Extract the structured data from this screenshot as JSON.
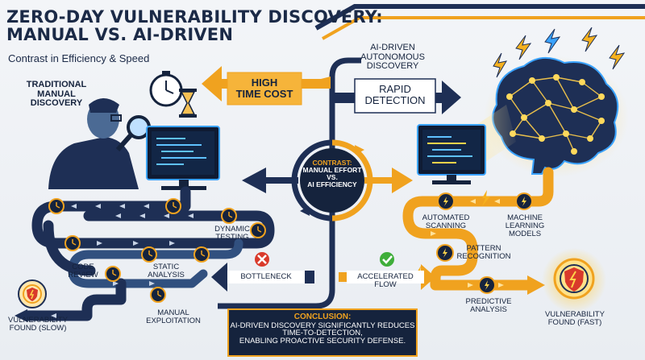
{
  "header": {
    "title_line1": "ZERO-DAY VULNERABILITY DISCOVERY:",
    "title_line2": "MANUAL VS. AI-DRIVEN",
    "subtitle": "Contrast in Efficiency & Speed"
  },
  "manual": {
    "heading_line1": "TRADITIONAL",
    "heading_line2": "MANUAL",
    "heading_line3": "DISCOVERY",
    "cost_line1": "HIGH",
    "cost_line2": "TIME COST",
    "steps": {
      "dynamic_line1": "DYNAMIC",
      "dynamic_line2": "TESTING",
      "code_line1": "CODE",
      "code_line2": "REVIEW",
      "static_line1": "STATIC",
      "static_line2": "ANALYSIS",
      "exploit_line1": "MANUAL",
      "exploit_line2": "EXPLOITATION"
    },
    "bottleneck": "BOTTLENECK",
    "result_line1": "VULNERABILITY",
    "result_line2": "FOUND (SLOW)"
  },
  "ai": {
    "heading_line1": "AI-DRIVEN",
    "heading_line2": "AUTONOMOUS",
    "heading_line3": "DISCOVERY",
    "speed_line1": "RAPID",
    "speed_line2": "DETECTION",
    "steps": {
      "scan_line1": "AUTOMATED",
      "scan_line2": "SCANNING",
      "ml_line1": "MACHINE",
      "ml_line2": "LEARNING",
      "ml_line3": "MODELS",
      "pattern_line1": "PATTERN",
      "pattern_line2": "RECOGNITION",
      "predict_line1": "PREDICTIVE",
      "predict_line2": "ANALYSIS"
    },
    "accelerated": "ACCELERATED FLOW",
    "result_line1": "VULNERABILITY",
    "result_line2": "FOUND (FAST)"
  },
  "contrast": {
    "line1": "CONTRAST:",
    "line2": "MANUAL EFFORT",
    "line3": "VS.",
    "line4": "AI EFFICIENCY"
  },
  "conclusion": {
    "heading": "CONCLUSION:",
    "line1": "AI-DRIVEN DISCOVERY SIGNIFICANTLY REDUCES",
    "line2": "TIME-TO-DETECTION,",
    "line3": "ENABLING PROACTIVE SECURITY DEFENSE."
  },
  "icons": {
    "manual": [
      "stopwatch-icon",
      "hourglass-icon",
      "magnifier-icon",
      "monitor-icon",
      "clock-icon",
      "x-mark-icon",
      "shield-icon"
    ],
    "ai": [
      "brain-network-icon",
      "lightning-icon",
      "monitor-icon",
      "check-icon",
      "shield-icon"
    ]
  },
  "colors": {
    "navy": "#1e2f55",
    "orange": "#f0a21f",
    "blue_glow": "#3aa3ff",
    "red": "#d93a2b",
    "green": "#3fae3a"
  }
}
